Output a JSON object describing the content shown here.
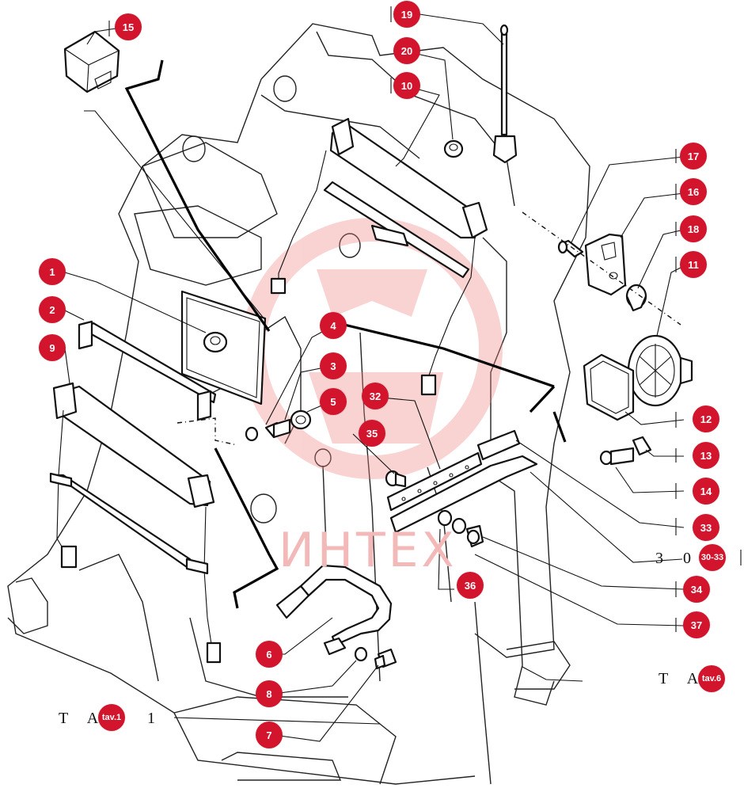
{
  "colors": {
    "callout": "#d2142c",
    "watermark": "#f3b8b8",
    "ink": "#111111"
  },
  "watermark": {
    "text": "ИНТЕХ"
  },
  "callouts": [
    {
      "id": "c-15",
      "label": "15"
    },
    {
      "id": "c-19",
      "label": "19"
    },
    {
      "id": "c-20",
      "label": "20"
    },
    {
      "id": "c-10",
      "label": "10"
    },
    {
      "id": "c-17",
      "label": "17"
    },
    {
      "id": "c-16",
      "label": "16"
    },
    {
      "id": "c-18",
      "label": "18"
    },
    {
      "id": "c-11",
      "label": "11"
    },
    {
      "id": "c-1",
      "label": "1"
    },
    {
      "id": "c-2",
      "label": "2"
    },
    {
      "id": "c-9",
      "label": "9"
    },
    {
      "id": "c-4",
      "label": "4"
    },
    {
      "id": "c-3",
      "label": "3"
    },
    {
      "id": "c-5",
      "label": "5"
    },
    {
      "id": "c-32",
      "label": "32"
    },
    {
      "id": "c-35",
      "label": "35"
    },
    {
      "id": "c-12",
      "label": "12"
    },
    {
      "id": "c-13",
      "label": "13"
    },
    {
      "id": "c-14",
      "label": "14"
    },
    {
      "id": "c-33",
      "label": "33"
    },
    {
      "id": "c-30-33",
      "label": "30-33"
    },
    {
      "id": "c-34",
      "label": "34"
    },
    {
      "id": "c-36",
      "label": "36"
    },
    {
      "id": "c-37",
      "label": "37"
    },
    {
      "id": "c-6",
      "label": "6"
    },
    {
      "id": "c-8",
      "label": "8"
    },
    {
      "id": "c-7",
      "label": "7"
    },
    {
      "id": "c-tav6",
      "label": "tav.6"
    },
    {
      "id": "c-tav1",
      "label": "tav.1"
    }
  ],
  "references": [
    {
      "id": "r-tav6",
      "text": "T A"
    },
    {
      "id": "r-tav1",
      "text": "T A"
    },
    {
      "id": "r-tav1-suffix",
      "text": "1"
    },
    {
      "id": "r-30",
      "text": "3 0"
    }
  ]
}
